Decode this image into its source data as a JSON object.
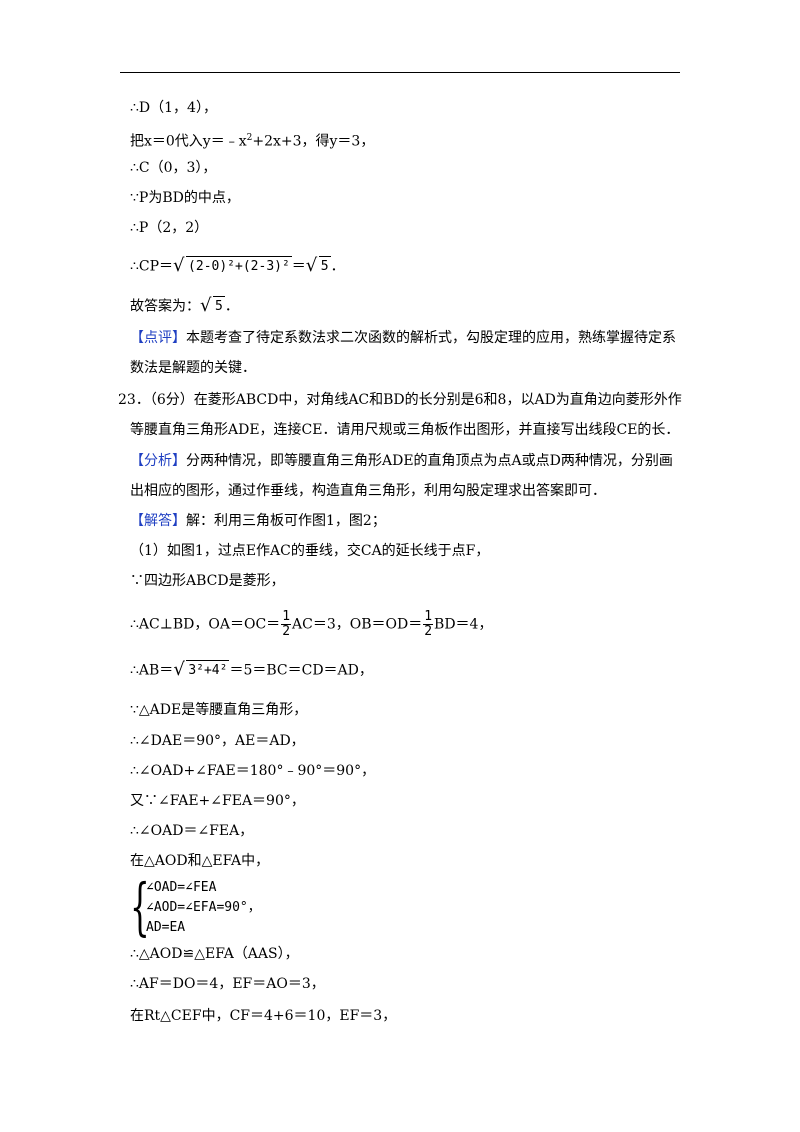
{
  "lines": {
    "l1": "∴D（1，4），",
    "l2a": "把x＝0代入y＝﹣x",
    "l2b": "+2x+3，得y＝3，",
    "l3": "∴C（0，3），",
    "l4": "∵P为BD的中点，",
    "l5": "∴P（2，2）",
    "l6a": "∴CP＝",
    "l6rad": "(2-0)²+(2-3)²",
    "l6b": "＝",
    "l6c": "5",
    "l6d": "．",
    "l7a": "故答案为：",
    "l7b": "5",
    "l7c": "．",
    "l8tag": "【点评】",
    "l8": "本题考查了待定系数法求二次函数的解析式，勾股定理的应用，熟练掌握待定系",
    "l9": "数法是解题的关键．",
    "q23a": "23．（6分）在菱形ABCD中，对角线AC和BD的长分别是6和8，以AD为直角边向菱形外作",
    "q23b": "等腰直角三角形ADE，连接CE．请用尺规或三角板作出图形，并直接写出线段CE的长．",
    "fxtag": "【分析】",
    "fx1": "分两种情况，即等腰直角三角形ADE的直角顶点为点A或点D两种情况，分别画",
    "fx2": "出相应的图形，通过作垂线，构造直角三角形，利用勾股定理求出答案即可．",
    "jdtag": "【解答】",
    "jd": "解：利用三角板可作图1，图2；",
    "s1": "（1）如图1，过点E作AC的垂线，交CA的延长线于点F，",
    "s2": "∵四边形ABCD是菱形，",
    "s3a": "∴AC⊥BD，OA＝OC＝",
    "s3b": "AC＝3，OB＝OD＝",
    "s3c": "BD＝4，",
    "s4a": "∴AB＝",
    "s4rad": "3²+4²",
    "s4b": "＝5＝BC＝CD＝AD，",
    "s5": "∵△ADE是等腰直角三角形，",
    "s6": "∴∠DAE＝90°，AE＝AD，",
    "s7": "∴∠OAD+∠FAE＝180°﹣90°＝90°，",
    "s8": "又∵∠FAE+∠FEA＝90°，",
    "s9": "∴∠OAD＝∠FEA，",
    "s10": "在△AOD和△EFA中，",
    "sys1": "∠OAD=∠FEA",
    "sys2": "∠AOD=∠EFA=90°，",
    "sys3": "AD=EA",
    "s11": "∴△AOD≌△EFA（AAS），",
    "s12": "∴AF＝DO＝4，EF＝AO＝3，",
    "s13": "在Rt△CEF中，CF＝4+6＝10，EF＝3，",
    "frac_num": "1",
    "frac_den": "2",
    "sup2": "2"
  },
  "colors": {
    "tag": "#1f3fc2"
  }
}
